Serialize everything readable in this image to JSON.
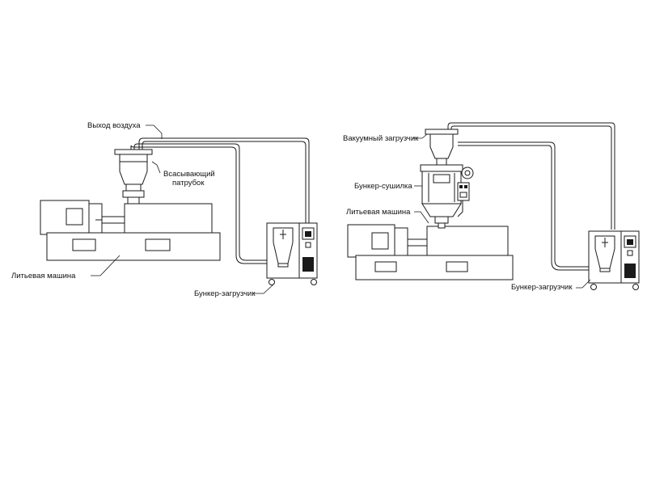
{
  "left_system": {
    "labels": {
      "air_outlet": "Выход воздуха",
      "suction_line": "Всасывающий",
      "suction_line_2": "патрубок",
      "molding_machine": "Литьевая машина",
      "loader_hopper": "Бункер-загрузчик"
    }
  },
  "right_system": {
    "labels": {
      "vacuum_loader": "Вакуумный загрузчик",
      "dryer_hopper": "Бункер-сушилка",
      "molding_machine": "Литьевая машина",
      "loader_hopper": "Бункер-загрузчик"
    }
  }
}
